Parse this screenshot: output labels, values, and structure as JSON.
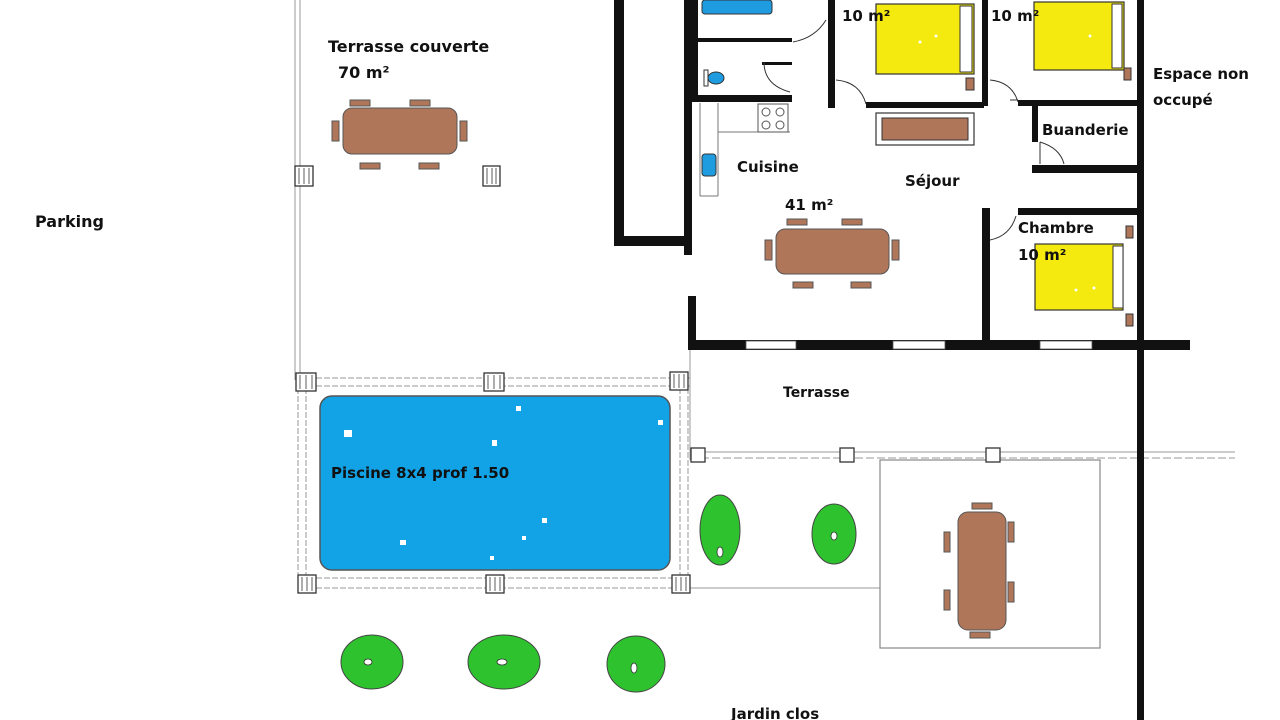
{
  "labels": {
    "terrasse_couverte": "Terrasse couverte",
    "terrasse_couverte_area": "70 m²",
    "parking": "Parking",
    "chambre1_area": "10 m²",
    "chambre2_area": "10 m²",
    "espace_non_occupe_line1": "Espace non",
    "espace_non_occupe_line2": "occupé",
    "buanderie": "Buanderie",
    "cuisine": "Cuisine",
    "sejour": "Séjour",
    "sejour_area": "41 m²",
    "chambre3": "Chambre",
    "chambre3_area": "10 m²",
    "terrasse": "Terrasse",
    "piscine": "Piscine 8x4 prof 1.50",
    "jardin_clos": "Jardin clos"
  },
  "colors": {
    "wall": "#111111",
    "bed": "#f5ea10",
    "table": "#b0765a",
    "pool": "#12a2e6",
    "tree": "#2ec22e",
    "fixture": "#1f9ce0",
    "thin_line": "#888888"
  }
}
